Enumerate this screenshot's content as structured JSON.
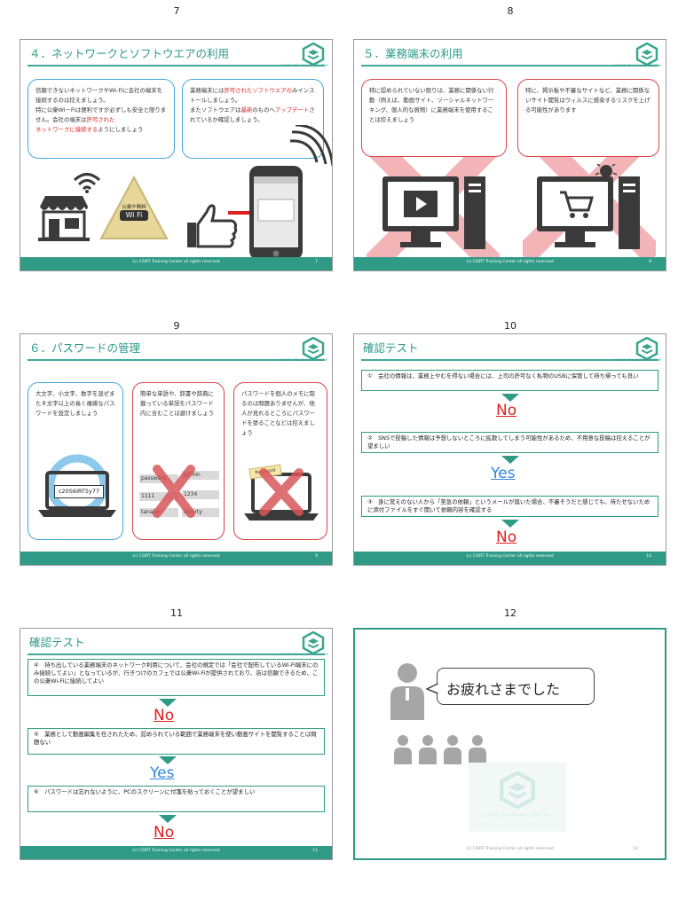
{
  "colors": {
    "teal": "#2f9a85",
    "blue_border": "#47a8dd",
    "red_border": "#d94548",
    "red_text": "#e02020",
    "answer_blue": "#2e85d8"
  },
  "page_numbers": [
    "7",
    "8",
    "9",
    "10",
    "11",
    "12"
  ],
  "footer_text": "(c) CSIRT Training Center all rights reserved",
  "logo_text": "CSIRT TRAINING CENTER",
  "slide7": {
    "title": "４．ネットワークとソフトウエアの利用",
    "box_left": {
      "p1": "信頼できないネットワークやWi-Fiに会社の端末を接続するのは控えましょう。",
      "p2a": "特に公衆Wi－Fiは便利ですが必ずしも安全と限りません。会社の端末は",
      "p2b": "許可された",
      "p2c": "ネットワークに接続する",
      "p2d": "ようにしましょう"
    },
    "box_right": {
      "p1a": "業務端末には",
      "p1b": "許可されたソフトウエアの",
      "p1c": "みインストールしましょう。",
      "p2a": "またソフトウエアは",
      "p2b": "最新",
      "p2c": "のものへ",
      "p2d": "アップデート",
      "p2e": "されているか確認しましょう。"
    },
    "wifi_sign_top": "公衆や無料",
    "wifi_sign_bottom": "Wi Fi",
    "footer_num": "7"
  },
  "slide8": {
    "title": "５．業務端末の利用",
    "box_left": "特に認められていない限りは、業務に関係ない行動（例えば、動画サイト、ソーシャルネットワーキング、個人的な買物）に業務端末を使用することは控えましょう",
    "box_right": "特に、掲示板や不審なサイトなど、業務に関係ないサイト閲覧はウィルスに感染するリスクを上げる可能性があります",
    "footer_num": "8"
  },
  "slide9": {
    "title": "６．パスワードの管理",
    "box1": "大文字、小文字、数字を混ぜまた８文字以上の長く複雑なパスワードを設定しましょう",
    "box2": "簡単な単語や、辞書や辞典に載っている単語をパスワード内に含むことは避けましょう",
    "box3": "パスワードを個人のメモに取るのは問題ありませんが、他人が見れるところにパスワードを張ることなどは控えましょう",
    "password_example": "c20S6IRT5y77",
    "weak_passwords": [
      "password",
      "admin",
      "1111",
      "1234",
      "tanaka",
      "qwerty"
    ],
    "sticky_note": "Password",
    "footer_num": "9"
  },
  "slide10": {
    "title": "確認テスト",
    "questions": [
      {
        "text": "①　会社の情報は、業務上やむを得ない場合には、上司の許可なく私物のUSBに保管して持ち帰っても良い",
        "answer": "No"
      },
      {
        "text": "②　SNSで投稿した情報は予想しないところに拡散してしまう可能性があるため、不用意な投稿は控えることが望ましい",
        "answer": "Yes"
      },
      {
        "text": "③　身に覚えのない人から「至急の依頼」というメールが届いた場合、不審そうだと感じても、待たせないために添付ファイルをすぐ開いて依頼内容を確認する",
        "answer": "No"
      }
    ],
    "footer_num": "10"
  },
  "slide11": {
    "title": "確認テスト",
    "questions": [
      {
        "text": "④　持ち出している業務端末のネットワーク利用について、会社の規定では「会社で配布しているWi-Fi端末にのみ接続してよい」となっているが、行きつけのカフェでは公衆Wi-Fiが提供されており、店は信頼できるため、この公衆Wi-Fiに接続してよい",
        "answer": "No"
      },
      {
        "text": "⑤　業務として動画編集を任されたため、認められている範囲で業務端末を使い動画サイトを閲覧することは問題ない",
        "answer": "Yes"
      },
      {
        "text": "⑥　パスワードは忘れないように、PCのスクリーンに付箋を貼っておくことが望ましい",
        "answer": "No"
      }
    ],
    "footer_num": "11"
  },
  "slide12": {
    "speech": "お疲れさまでした",
    "footer_text": "(c) CSIRT Training Center all rights reserved",
    "footer_num": "12"
  }
}
